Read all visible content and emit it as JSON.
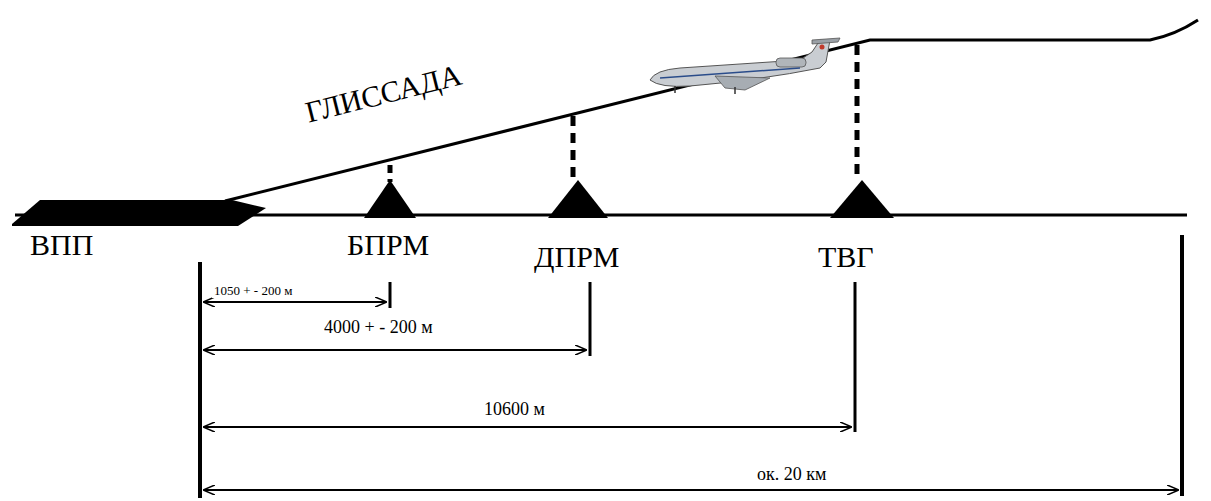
{
  "diagram": {
    "labels": [
      "ГЛИССАДА",
      "ВПП",
      "БПРМ",
      "ДПРМ",
      "ТВГ",
      "1050 + - 200 м",
      "4000 + - 200 м",
      "10600 м",
      "ок. 20 км"
    ]
  }
}
